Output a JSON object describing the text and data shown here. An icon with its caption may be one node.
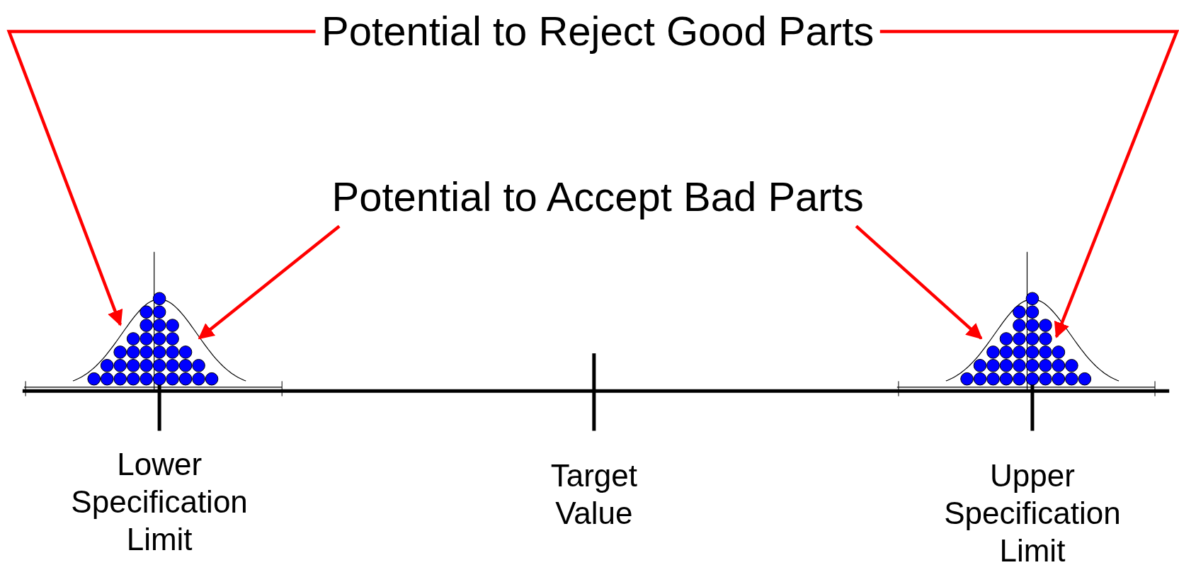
{
  "diagram": {
    "nodes": [
      {
        "text": [
          "Potential to Reject Good Parts"
        ]
      },
      {
        "text": [
          "Potential to Accept Bad Parts"
        ]
      },
      {
        "text": [],
        "shape": "picture"
      },
      {
        "text": [],
        "shape": "picture"
      }
    ],
    "edges": [
      {
        "from": 0,
        "to": 2,
        "arrow": "to"
      },
      {
        "from": 0,
        "to": 3,
        "arrow": "to"
      },
      {
        "from": 1,
        "to": 2,
        "arrow": "to"
      },
      {
        "from": 1,
        "to": 3,
        "arrow": "to"
      }
    ],
    "labels": [
      "Lower Specification Limit",
      "Target Value",
      "Upper Specification Limit"
    ]
  }
}
